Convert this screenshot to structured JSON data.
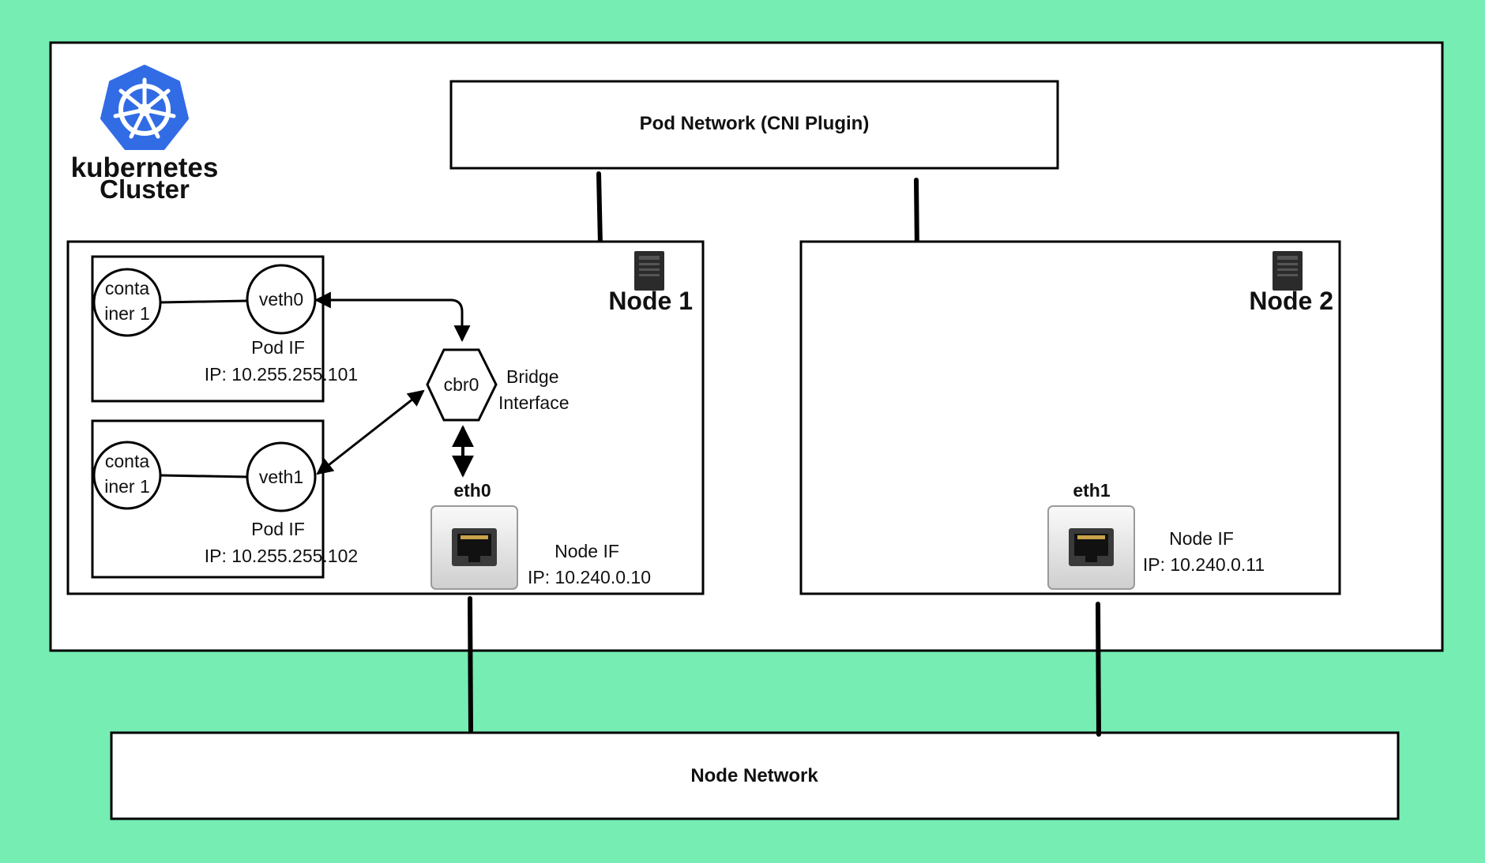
{
  "logo": {
    "brand": "kubernetes",
    "subtitle": "Cluster",
    "color": "#326ce5"
  },
  "colors": {
    "background": "#76edb3",
    "panel": "#ffffff",
    "stroke": "#000000"
  },
  "pod_network": {
    "label": "Pod Network (CNI Plugin)"
  },
  "node_network": {
    "label": "Node Network"
  },
  "node1": {
    "title": "Node 1",
    "icon": "server-tower-icon",
    "pod_top": {
      "container_line1": "conta",
      "container_line2": "iner 1",
      "veth": "veth0",
      "pod_if": "Pod IF",
      "ip": "IP: 10.255.255.101"
    },
    "pod_bottom": {
      "container_line1": "conta",
      "container_line2": "iner 1",
      "veth": "veth1",
      "pod_if": "Pod IF",
      "ip": "IP: 10.255.255.102"
    },
    "bridge": {
      "name": "cbr0",
      "label_line1": "Bridge",
      "label_line2": "Interface"
    },
    "nic": {
      "name": "eth0",
      "node_if": "Node IF",
      "ip": "IP: 10.240.0.10",
      "icon": "ethernet-port-icon"
    }
  },
  "node2": {
    "title": "Node 2",
    "icon": "server-tower-icon",
    "nic": {
      "name": "eth1",
      "node_if": "Node IF",
      "ip": "IP: 10.240.0.11",
      "icon": "ethernet-port-icon"
    }
  }
}
